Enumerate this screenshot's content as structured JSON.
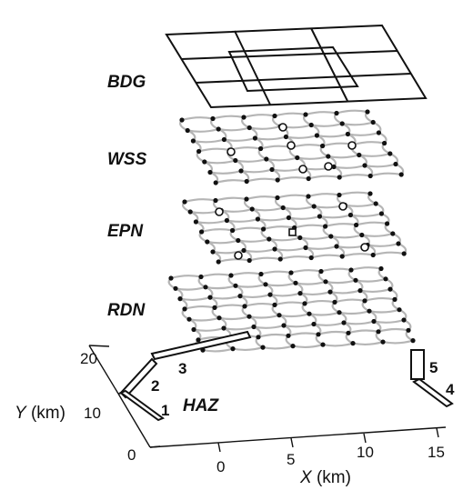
{
  "layers": {
    "bdg": "BDG",
    "wss": "WSS",
    "epn": "EPN",
    "rdn": "RDN",
    "haz": "HAZ"
  },
  "axes": {
    "y": {
      "title_var": "Y",
      "title_unit": " (km)",
      "ticks": [
        "0",
        "10",
        "20"
      ]
    },
    "x": {
      "title_var": "X",
      "title_unit": " (km)",
      "ticks": [
        "0",
        "5",
        "10",
        "15"
      ]
    }
  },
  "sources": [
    "1",
    "2",
    "3",
    "4",
    "5"
  ],
  "colors": {
    "ink": "#111111",
    "network_link": "#b5b5b5",
    "background": "#ffffff"
  }
}
